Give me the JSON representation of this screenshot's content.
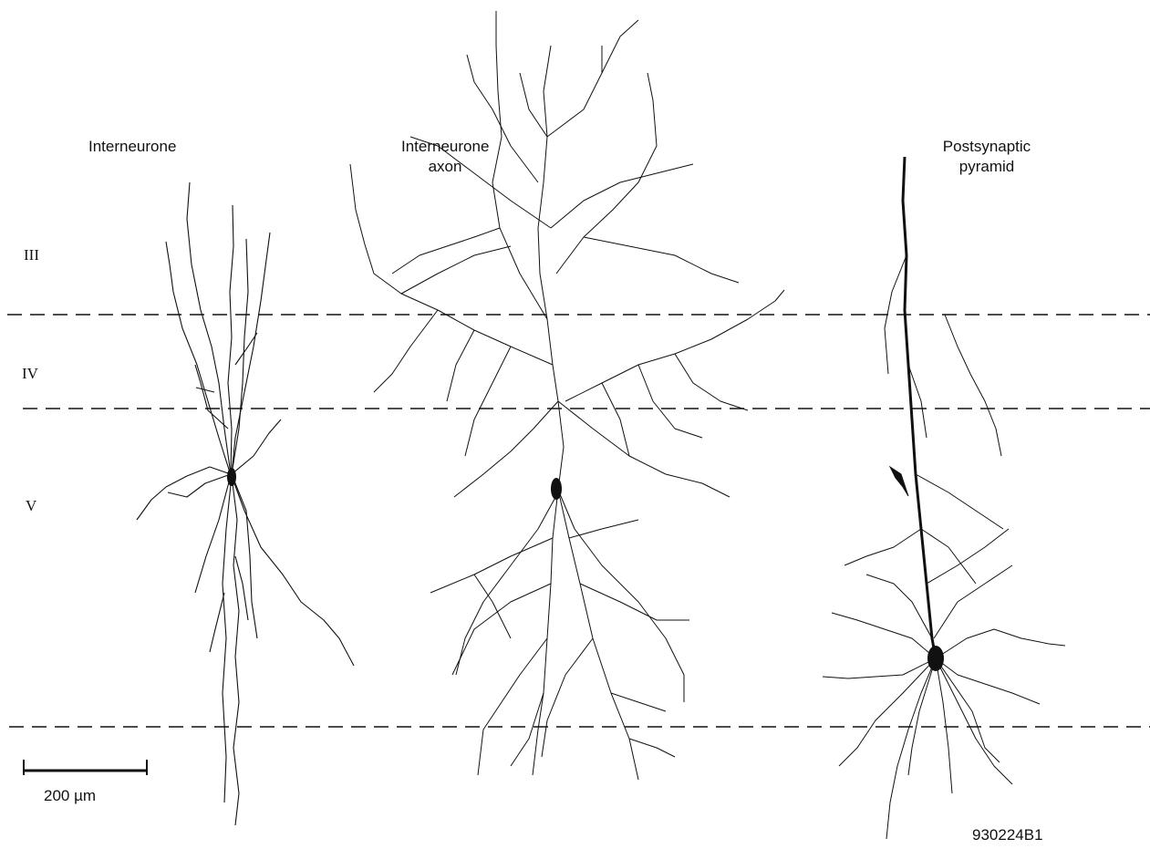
{
  "labels": {
    "interneurone": "Interneurone",
    "axon_line1": "Interneurone",
    "axon_line2": "axon",
    "pyramid_line1": "Postsynaptic",
    "pyramid_line2": "pyramid",
    "scale_bar": "200 µm",
    "figure_id": "930224B1"
  },
  "layers": [
    "III",
    "IV",
    "V"
  ],
  "colors": {
    "ink": "#111111",
    "background": "#ffffff"
  }
}
